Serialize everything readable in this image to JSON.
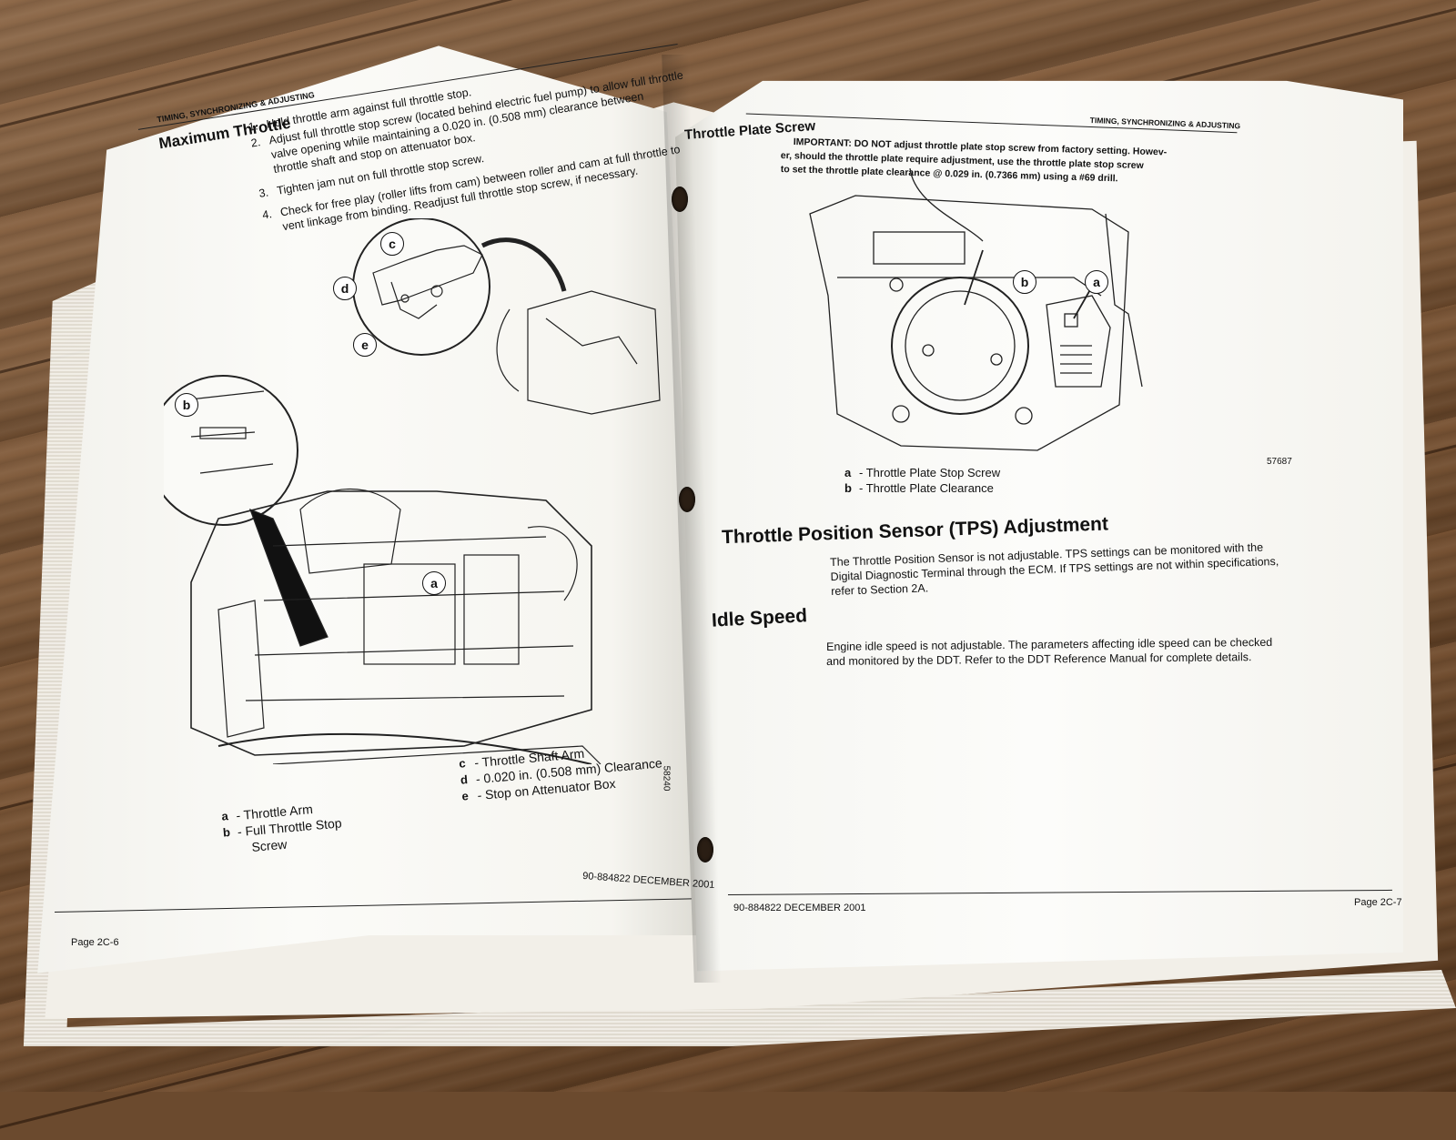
{
  "left_page": {
    "header": "TIMING, SYNCHRONIZING & ADJUSTING",
    "title": "Maximum Throttle",
    "steps": [
      {
        "num": "1.",
        "text": "Hold throttle arm against full throttle stop."
      },
      {
        "num": "2.",
        "text": "Adjust full throttle stop screw (located behind electric fuel pump) to allow full throttle"
      },
      {
        "num": "",
        "text": "valve opening while maintaining a 0.020 in. (0.508 mm) clearance between"
      },
      {
        "num": "",
        "text": "throttle shaft and stop on attenuator box."
      },
      {
        "num": "3.",
        "text": "Tighten jam nut on full throttle stop screw."
      },
      {
        "num": "4.",
        "text": "Check for free play (roller lifts from cam) between roller and cam at full throttle to"
      },
      {
        "num": "",
        "text": "vent linkage from binding. Readjust full throttle stop screw, if necessary."
      }
    ],
    "callouts": [
      "a",
      "b",
      "c",
      "d",
      "e"
    ],
    "figure_number": "58240",
    "legend_left": [
      {
        "key": "a",
        "label": "- Throttle Arm"
      },
      {
        "key": "b",
        "label": "- Full Throttle Stop"
      },
      {
        "key": "",
        "label": "Screw"
      }
    ],
    "legend_right": [
      {
        "key": "c",
        "label": "- Throttle Shaft Arm"
      },
      {
        "key": "d",
        "label": "- 0.020 in. (0.508 mm) Clearance"
      },
      {
        "key": "e",
        "label": "- Stop on Attenuator Box"
      }
    ],
    "footer_doc": "90-884822  DECEMBER 2001",
    "footer_page": "Page 2C-6"
  },
  "right_page": {
    "header": "TIMING, SYNCHRONIZING & ADJUSTING",
    "section1_title": "Throttle Plate Screw",
    "important_lines": [
      "IMPORTANT:  DO NOT adjust throttle plate stop screw from factory setting.  Howev-",
      "er, should the throttle plate require adjustment, use the throttle plate stop screw",
      "to set the throttle plate clearance @ 0.029 in. (0.7366 mm) using a #69 drill."
    ],
    "callouts": [
      "a",
      "b"
    ],
    "figure_number": "57687",
    "legend": [
      {
        "key": "a",
        "label": "- Throttle Plate Stop Screw"
      },
      {
        "key": "b",
        "label": "- Throttle Plate Clearance"
      }
    ],
    "section2_title": "Throttle Position Sensor (TPS) Adjustment",
    "section2_lines": [
      "The Throttle Position Sensor is not adjustable. TPS settings can be monitored with the",
      "Digital Diagnostic Terminal through the ECM. If TPS settings are not within specifications,",
      "refer to Section 2A."
    ],
    "section3_title": "Idle Speed",
    "section3_lines": [
      "Engine idle speed is not adjustable. The parameters affecting idle speed can be checked",
      "and monitored by the DDT. Refer to the DDT Reference Manual for complete details."
    ],
    "footer_doc": "90-884822  DECEMBER 2001",
    "footer_page": "Page 2C-7"
  }
}
